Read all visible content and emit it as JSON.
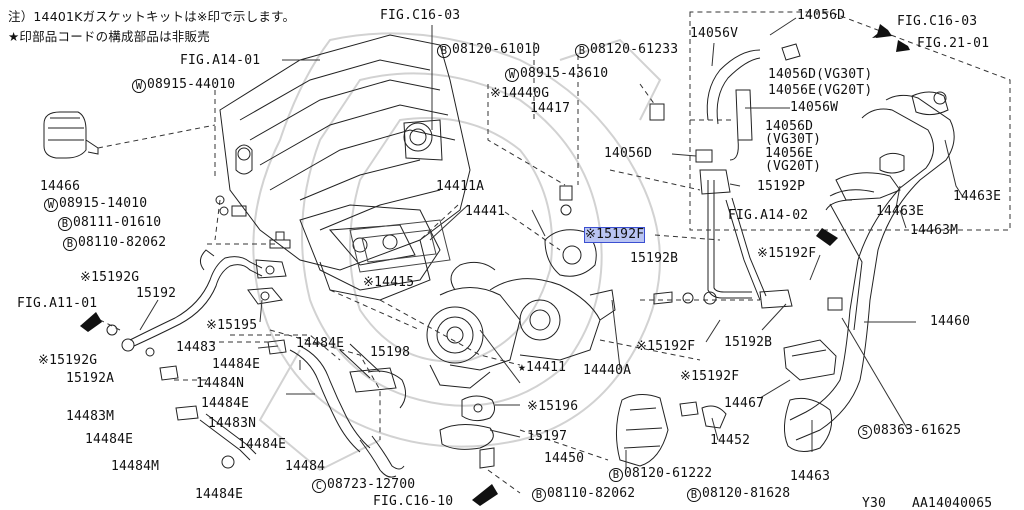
{
  "notes": {
    "line1": "注）14401Kガスケットキットは※印で示します。",
    "line2": "★印部品コードの構成部品は非販売"
  },
  "footer": {
    "model": "Y30",
    "illustration_code": "AA14040065"
  },
  "highlighted_part": "※15192F",
  "labels": {
    "fig_c16_03_top": "FIG.C16-03",
    "fig_a14_01": "FIG.A14-01",
    "p08120_61010": "08120-61010",
    "p08120_61233": "08120-61233",
    "p14056d_top": "14056D",
    "fig_c16_03_right": "FIG.C16-03",
    "fig_21_01": "FIG.21-01",
    "p14056v": "14056V",
    "w08915_43610": "08915-43610",
    "w08915_44010": "08915-44010",
    "p14440g": "※14440G",
    "p14417": "14417",
    "p14056d_vg30t": "14056D(VG30T)",
    "p14056e_vg20t": "14056E(VG20T)",
    "p14056w": "14056W",
    "p14056d_mid": "14056D",
    "p14056d_b1": "14056D",
    "p14056d_b2": "(VG30T)",
    "p14056e_b1": "14056E",
    "p14056e_b2": "(VG20T)",
    "p14466": "14466",
    "p14463e_r": "14463E",
    "p15192p": "15192P",
    "p14411a": "14411A",
    "w08915_14010": "08915-14010",
    "b08111_01610": "08111-01610",
    "p14441": "14441",
    "p14463e_m": "14463E",
    "fig_a14_02": "FIG.A14-02",
    "p14463m": "14463M",
    "p15192f_hl": "※15192F",
    "b08110_82062_a": "08110-82062",
    "p15192b_1": "15192B",
    "p15192f_r": "※15192F",
    "p15192g_1": "※15192G",
    "p14415": "※14415",
    "p15192": "15192",
    "fig_a11_01": "FIG.A11-01",
    "p14460": "14460",
    "p15195": "※15195",
    "p14483": "14483",
    "p14484e_1": "14484E",
    "p15192b_2": "15192B",
    "p15192f_m": "※15192F",
    "p15198": "15198",
    "p15192g_2": "※15192G",
    "p14484e_2": "14484E",
    "p14411": "★14411",
    "p15192a": "15192A",
    "p14484n_1": "14484N",
    "p14440a": "14440A",
    "p15192f_low": "※15192F",
    "p14484e_3": "14484E",
    "p14467": "14467",
    "p14483m": "14483M",
    "p15196": "※15196",
    "p14483n": "14483N",
    "s08363_61625": "08363-61625",
    "p14484e_4": "14484E",
    "p15197": "15197",
    "p14484e_5": "14484E",
    "p14452": "14452",
    "p14450": "14450",
    "p14484m": "14484M",
    "p14484": "14484",
    "b08120_61222": "08120-61222",
    "p14463_b": "14463",
    "c08723_12700": "08723-12700",
    "p14484e_6": "14484E",
    "b08110_82062_b": "08110-82062",
    "b08120_81628": "08120-81628",
    "fig_c16_10": "FIG.C16-10"
  },
  "prefix": {
    "B": "B",
    "W": "W",
    "S": "S",
    "C": "C"
  }
}
